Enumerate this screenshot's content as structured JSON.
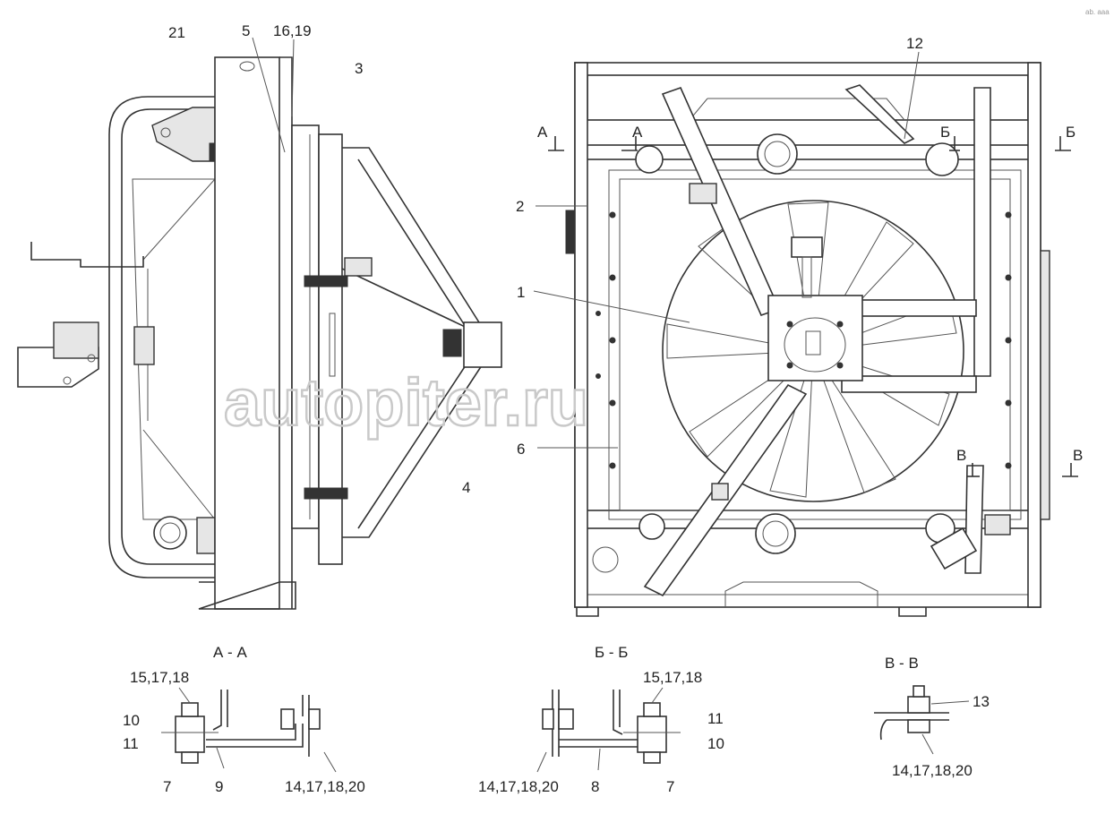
{
  "watermark": "autopiter.ru",
  "corner_mark": "ab. aaa",
  "callouts": {
    "left": [
      "21",
      "5",
      "16,19",
      "3",
      "4"
    ],
    "right_top": [
      "12",
      "2",
      "1",
      "6"
    ],
    "sections_marks": {
      "a": "А",
      "b": "Б",
      "v": "В"
    }
  },
  "sections": {
    "aa": {
      "title": "А - А",
      "labels": {
        "top": "15,17,18",
        "l1": "10",
        "l2": "11",
        "b1": "7",
        "b2": "9",
        "b3": "14,17,18,20"
      }
    },
    "bb": {
      "title": "Б - Б",
      "labels": {
        "top": "15,17,18",
        "r1": "11",
        "r2": "10",
        "b1": "14,17,18,20",
        "b2": "8",
        "b3": "7"
      }
    },
    "vv": {
      "title": "В - В",
      "labels": {
        "r1": "13",
        "b1": "14,17,18,20"
      }
    }
  }
}
